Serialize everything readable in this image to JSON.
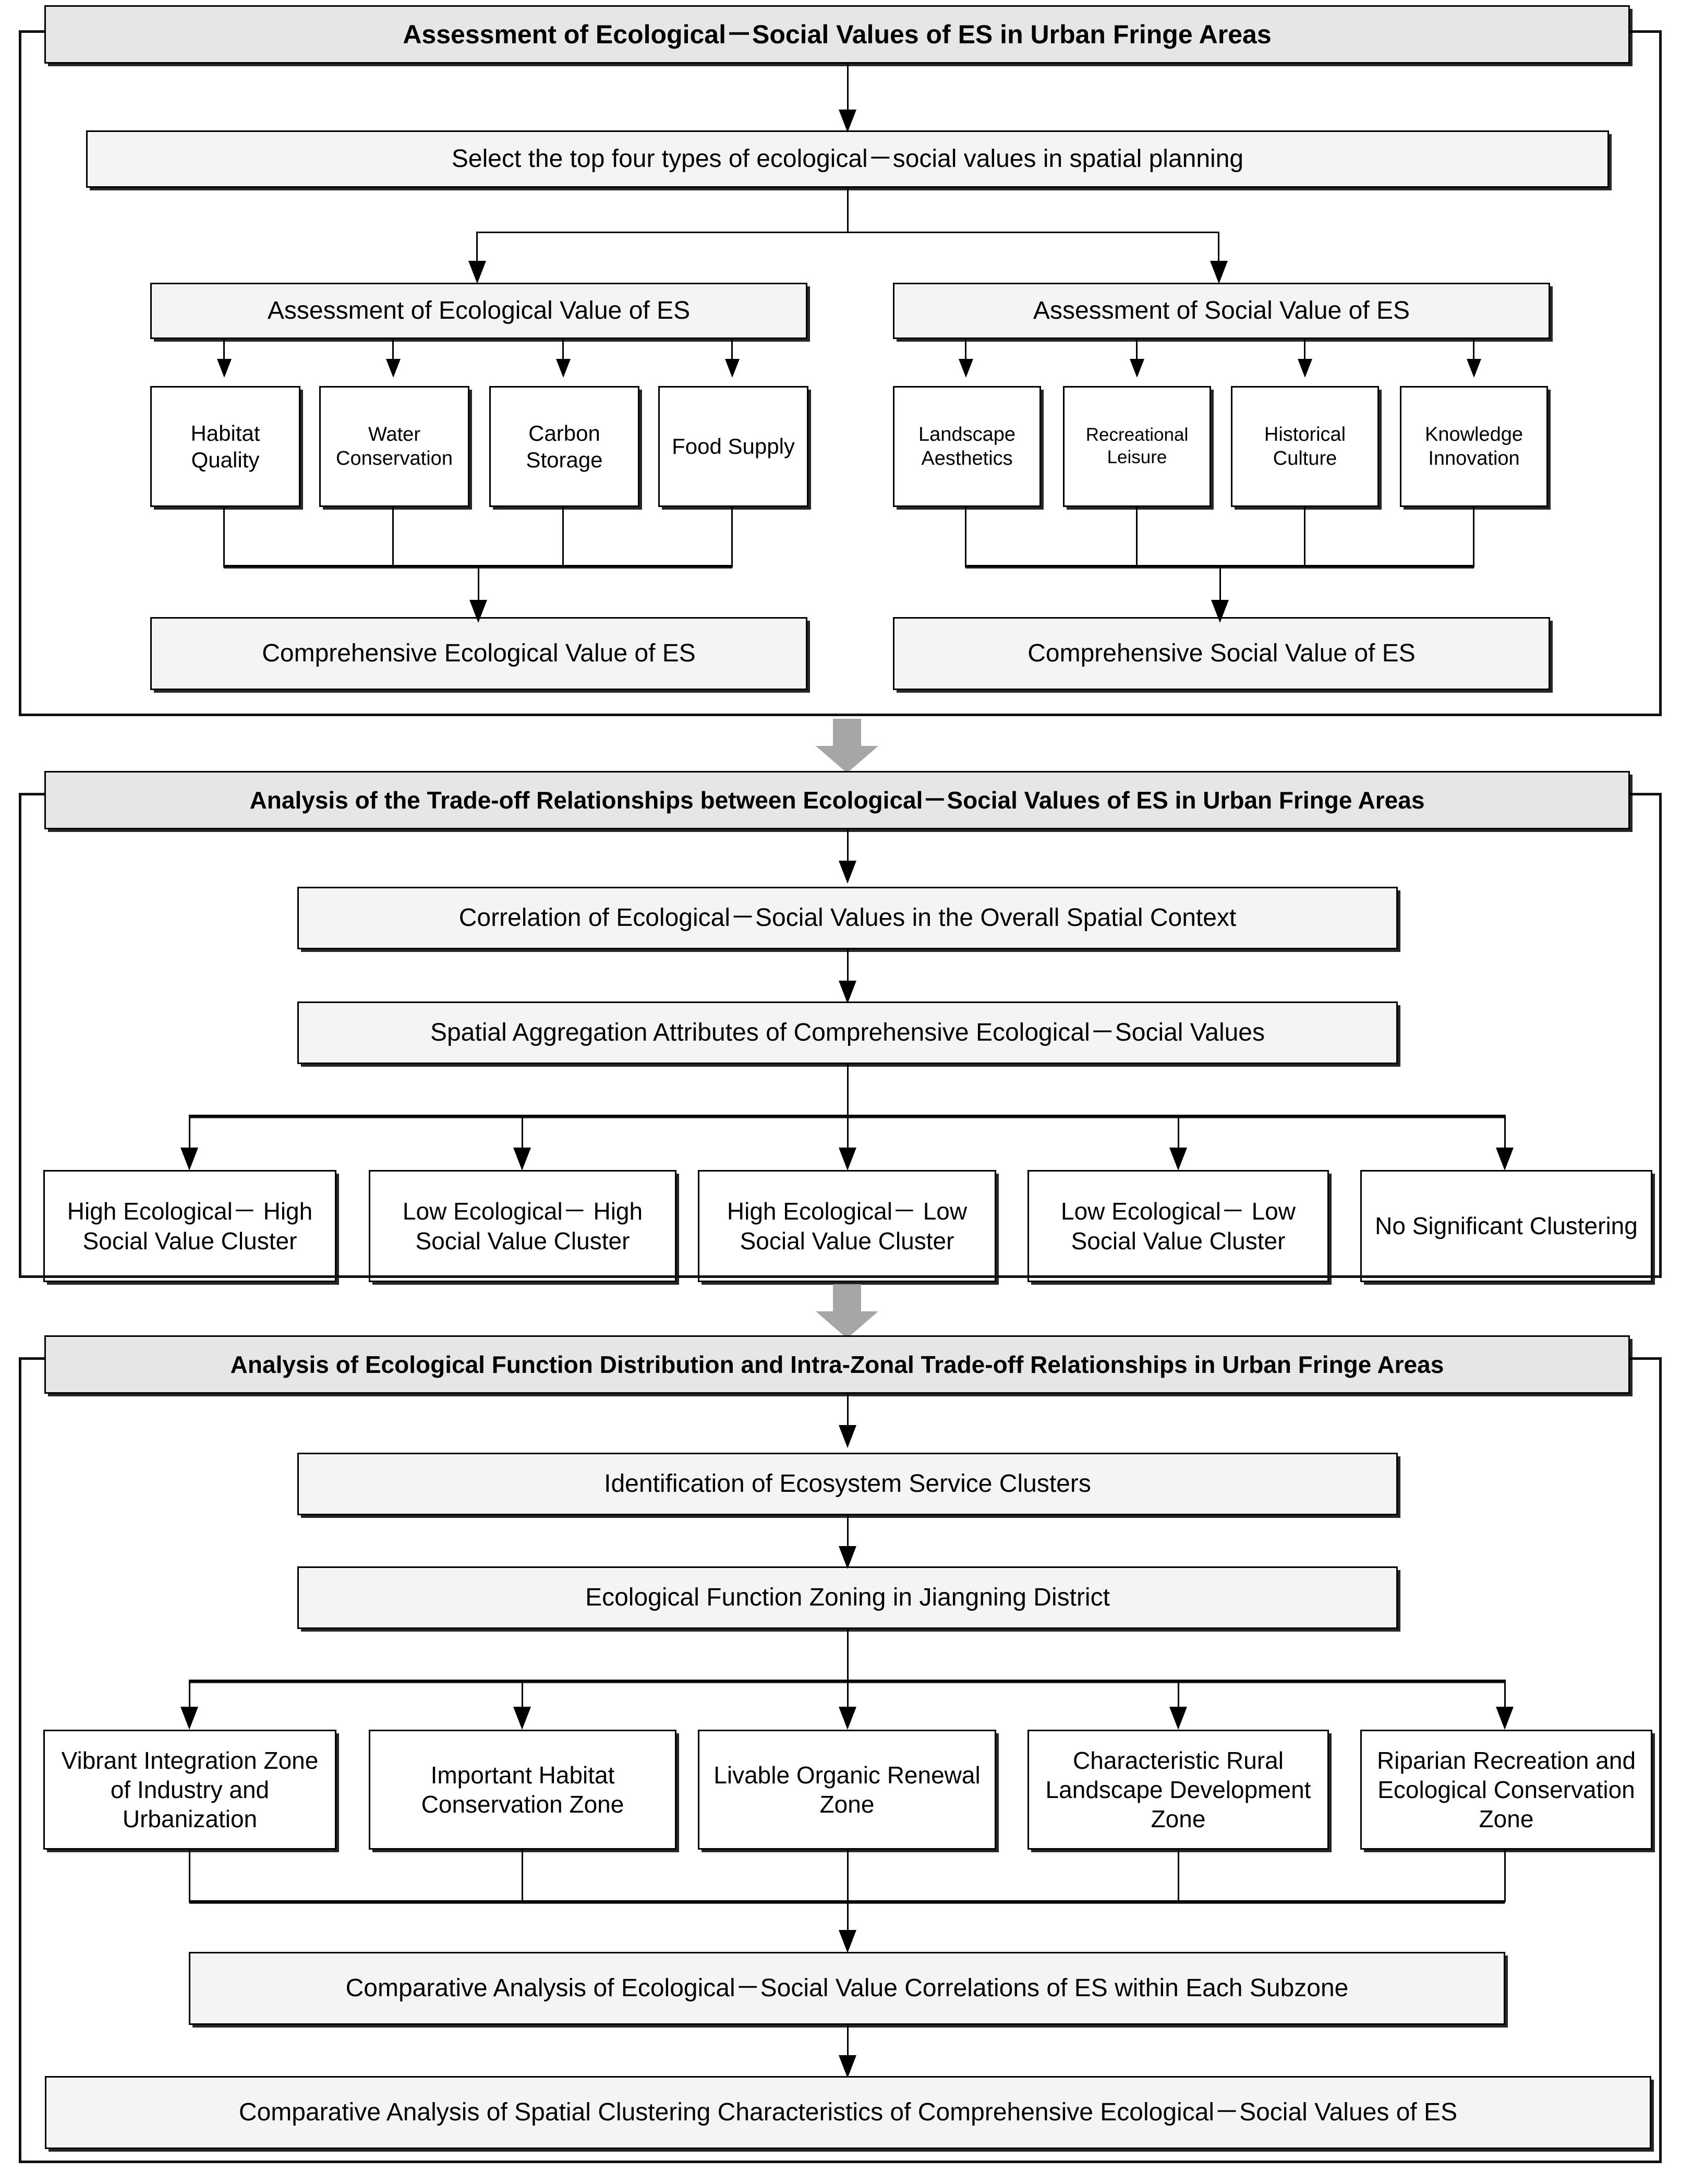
{
  "diagram": {
    "title": "Assessment of Ecological－Social Values of ES in Urban Fringe Areas",
    "type": "flowchart"
  },
  "section1": {
    "header": "Assessment of Ecological－Social Values of ES in Urban Fringe Areas",
    "step": "Select the top four types of ecological－social values in spatial planning",
    "branch_left": {
      "title": "Assessment of Ecological Value of ES",
      "items": [
        "Habitat Quality",
        "Water Conservation",
        "Carbon Storage",
        "Food Supply"
      ],
      "result": "Comprehensive Ecological Value of ES"
    },
    "branch_right": {
      "title": "Assessment of Social Value of ES",
      "items": [
        "Landscape Aesthetics",
        "Recreational Leisure",
        "Historical Culture",
        "Knowledge Innovation"
      ],
      "result": "Comprehensive Social Value of ES"
    }
  },
  "section2": {
    "header": "Analysis of the Trade-off Relationships between Ecological－Social Values of ES in Urban Fringe Areas",
    "step1": "Correlation of Ecological－Social Values in the Overall Spatial Context",
    "step2": "Spatial Aggregation Attributes of Comprehensive Ecological－Social Values",
    "clusters": [
      "High Ecological－ High Social Value Cluster",
      "Low Ecological－ High Social Value Cluster",
      "High Ecological－ Low Social Value Cluster",
      "Low Ecological－ Low Social Value Cluster",
      "No Significant Clustering"
    ]
  },
  "section3": {
    "header": "Analysis of Ecological Function Distribution and Intra-Zonal Trade-off Relationships in Urban Fringe Areas",
    "step1": "Identification of Ecosystem Service Clusters",
    "step2": "Ecological Function Zoning in Jiangning District",
    "zones": [
      "Vibrant Integration Zone of  Industry and Urbanization",
      "Important Habitat Conservation Zone",
      "Livable Organic Renewal Zone",
      "Characteristic Rural Landscape Development Zone",
      "Riparian Recreation and Ecological Conservation Zone"
    ],
    "result1": "Comparative Analysis of Ecological－Social Value Correlations of ES within Each Subzone",
    "result2": "Comparative Analysis of Spatial Clustering Characteristics of Comprehensive Ecological－Social Values of ES"
  },
  "colors": {
    "header_fill": "#e6e6e6",
    "box_fill": "#f4f4f4",
    "leaf_fill": "#ffffff",
    "line": "#000000",
    "section_arrow": "#a6a6a6"
  }
}
